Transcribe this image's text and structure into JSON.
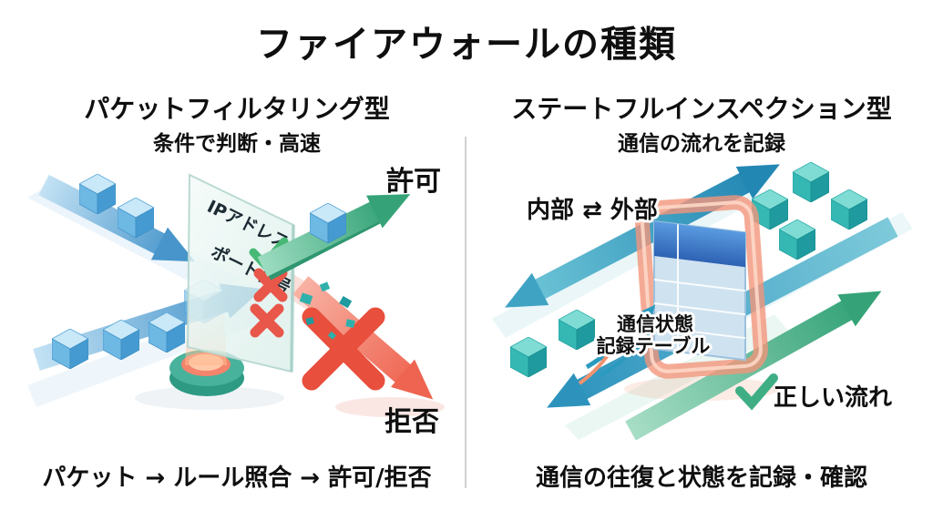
{
  "title": "ファイアウォールの種類",
  "left_panel": {
    "heading": "パケットフィルタリング型",
    "subheading": "条件で判断・高速",
    "caption": "パケット → ルール照合 → 許可/拒否",
    "labels": {
      "rule1": "IPアドレス",
      "rule2": "ポート番号",
      "allow": "許可",
      "deny": "拒否"
    }
  },
  "right_panel": {
    "heading": "ステートフルインスペクション型",
    "subheading": "通信の流れを記録",
    "caption": "通信の往復と状態を記録・確認",
    "labels": {
      "flow": "内部 ⇄ 外部",
      "table_line1": "通信状態",
      "table_line2": "記録テーブル",
      "valid": "正しい流れ"
    }
  },
  "colors": {
    "heading_text": "#0f0f0f",
    "allow_green": "#35a377",
    "deny_red": "#ef6450",
    "packet_blue": "#4795cb",
    "packet_teal": "#2fb5b2",
    "firewall_orange": "#f2957a",
    "table_header_blue": "#2e62b4",
    "divider_gray": "#c9c9c9"
  }
}
